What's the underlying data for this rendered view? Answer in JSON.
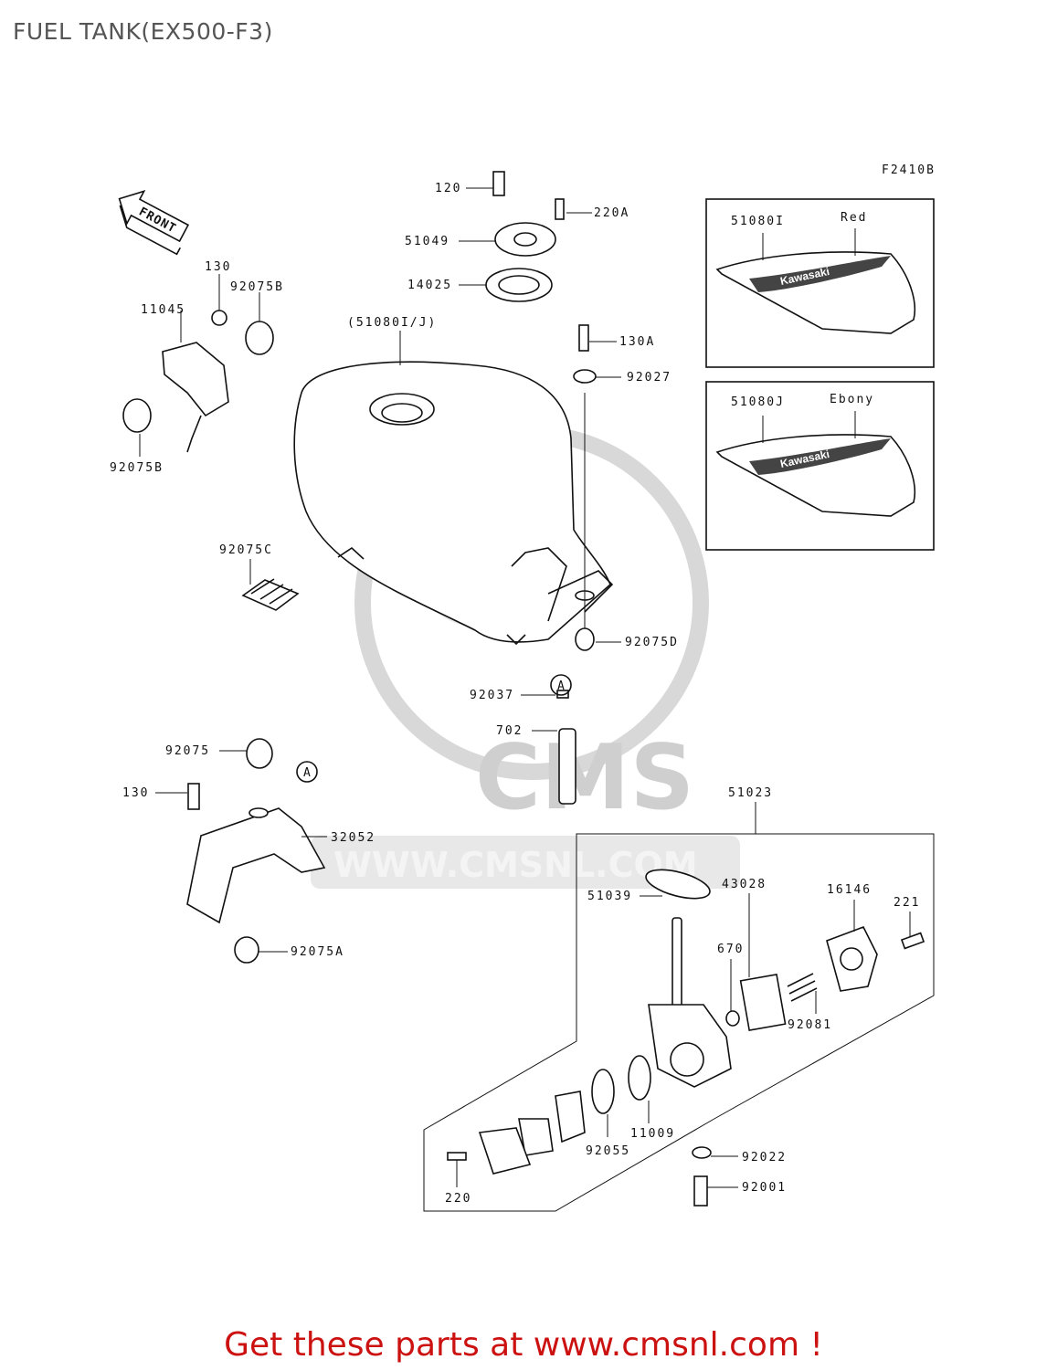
{
  "title": "FUEL TANK(EX500-F3)",
  "footer": "Get these parts at www.cmsnl.com !",
  "figure_code": "F2410B",
  "front_label": "FRONT",
  "watermark": {
    "brand": "CMS",
    "url": "WWW.CMSNL.COM"
  },
  "callouts": [
    "A",
    "A"
  ],
  "labels": [
    {
      "id": "120",
      "text": "120"
    },
    {
      "id": "220A",
      "text": "220A"
    },
    {
      "id": "51049",
      "text": "51049"
    },
    {
      "id": "14025",
      "text": "14025"
    },
    {
      "id": "51080IJ",
      "text": "(51080I/J)"
    },
    {
      "id": "130A",
      "text": "130A"
    },
    {
      "id": "92027",
      "text": "92027"
    },
    {
      "id": "130top",
      "text": "130"
    },
    {
      "id": "92075Btop",
      "text": "92075B"
    },
    {
      "id": "11045",
      "text": "11045"
    },
    {
      "id": "92075Bbot",
      "text": "92075B"
    },
    {
      "id": "92075C",
      "text": "92075C"
    },
    {
      "id": "92075D",
      "text": "92075D"
    },
    {
      "id": "92037",
      "text": "92037"
    },
    {
      "id": "702",
      "text": "702"
    },
    {
      "id": "92075",
      "text": "92075"
    },
    {
      "id": "130mid",
      "text": "130"
    },
    {
      "id": "32052",
      "text": "32052"
    },
    {
      "id": "92075A",
      "text": "92075A"
    },
    {
      "id": "51023",
      "text": "51023"
    },
    {
      "id": "51039",
      "text": "51039"
    },
    {
      "id": "43028",
      "text": "43028"
    },
    {
      "id": "16146",
      "text": "16146"
    },
    {
      "id": "221",
      "text": "221"
    },
    {
      "id": "670",
      "text": "670"
    },
    {
      "id": "92081",
      "text": "92081"
    },
    {
      "id": "11009",
      "text": "11009"
    },
    {
      "id": "92055",
      "text": "92055"
    },
    {
      "id": "92022",
      "text": "92022"
    },
    {
      "id": "92001",
      "text": "92001"
    },
    {
      "id": "220",
      "text": "220"
    },
    {
      "id": "51080I",
      "text": "51080I"
    },
    {
      "id": "Red",
      "text": "Red"
    },
    {
      "id": "51080J",
      "text": "51080J"
    },
    {
      "id": "Ebony",
      "text": "Ebony"
    },
    {
      "id": "kawasaki1",
      "text": "Kawasaki"
    },
    {
      "id": "kawasaki2",
      "text": "Kawasaki"
    }
  ]
}
